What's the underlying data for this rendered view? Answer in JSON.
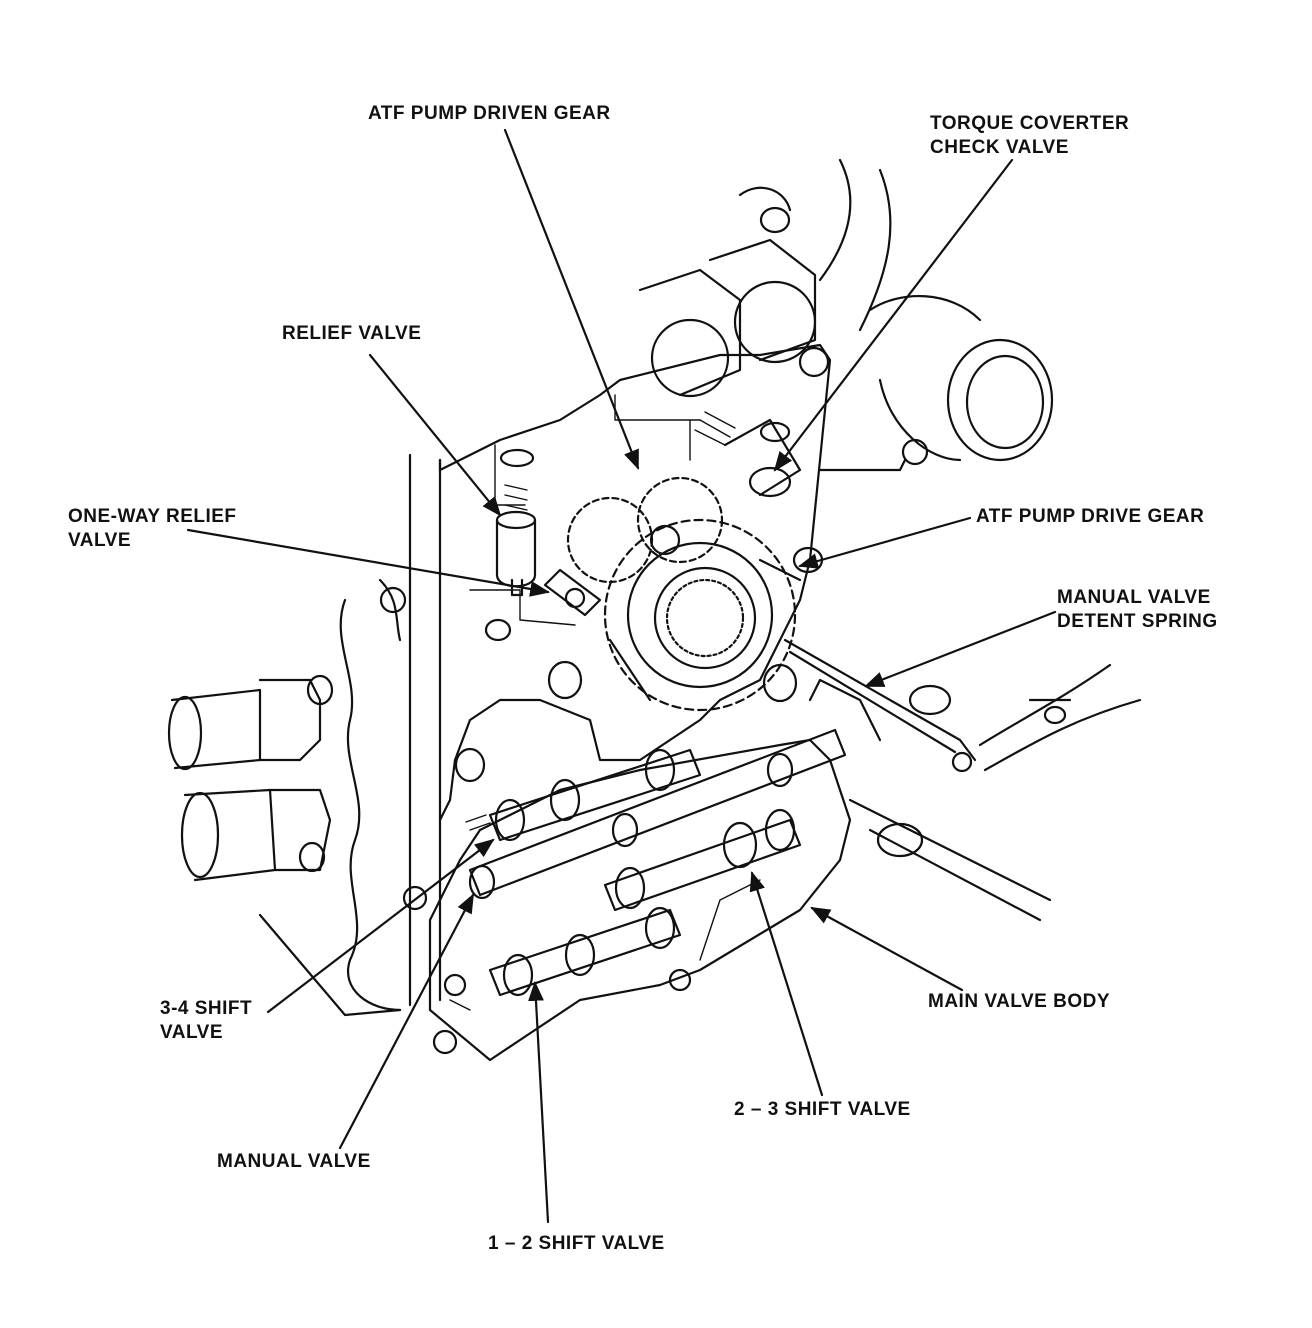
{
  "labels": {
    "atf_pump_driven_gear": "ATF PUMP DRIVEN GEAR",
    "torque_converter_check_valve_line1": "TORQUE COVERTER",
    "torque_converter_check_valve_line2": "CHECK VALVE",
    "relief_valve": "RELIEF VALVE",
    "one_way_relief_valve_line1": "ONE-WAY RELIEF",
    "one_way_relief_valve_line2": "VALVE",
    "atf_pump_drive_gear": "ATF PUMP DRIVE GEAR",
    "manual_valve_detent_spring_line1": "MANUAL VALVE",
    "manual_valve_detent_spring_line2": "DETENT SPRING",
    "main_valve_body": "MAIN VALVE BODY",
    "shift_valve_3_4_line1": "3-4 SHIFT",
    "shift_valve_3_4_line2": "VALVE",
    "shift_valve_2_3": "2 – 3 SHIFT VALVE",
    "manual_valve": "MANUAL VALVE",
    "shift_valve_1_2": "1 – 2 SHIFT VALVE"
  },
  "colors": {
    "ink": "#111111",
    "paper": "#ffffff"
  }
}
